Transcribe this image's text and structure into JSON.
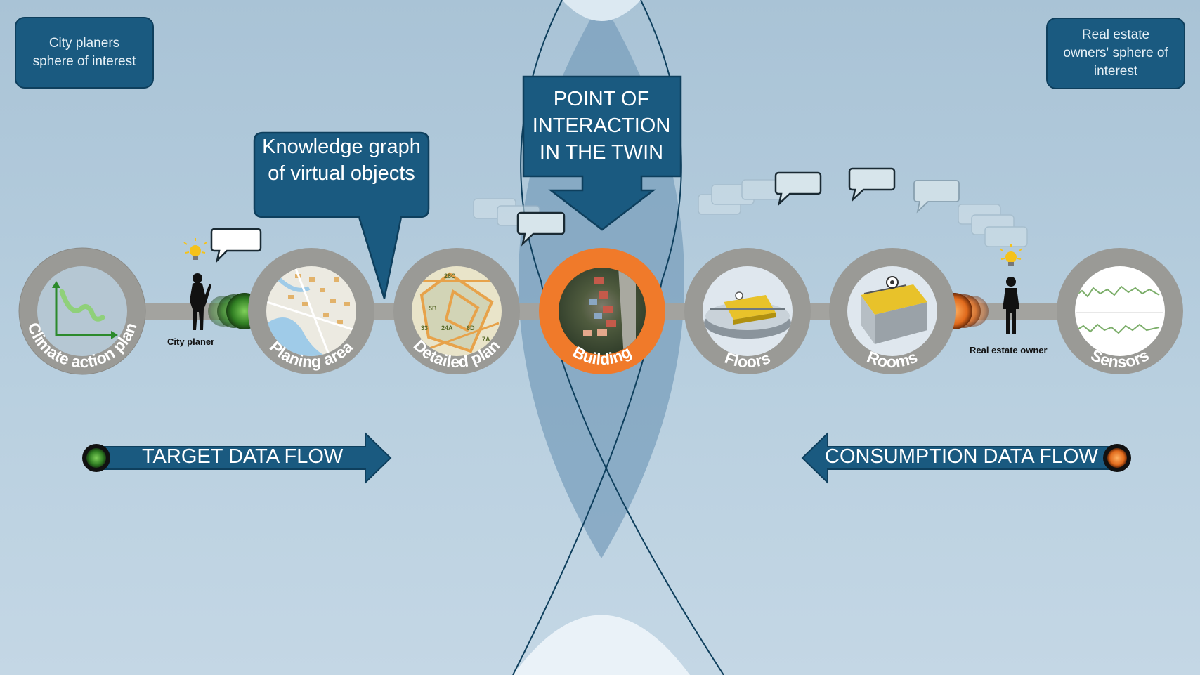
{
  "spheres": {
    "city": "City planers sphere of interest",
    "real_estate": "Real estate owners' sphere of interest"
  },
  "callouts": {
    "point_of_interaction": "POINT OF INTERACTION IN THE TWIN",
    "knowledge_graph": "Knowledge graph of virtual objects"
  },
  "nodes": [
    {
      "label": "Climate action plan",
      "ring_color": "#9a9a96"
    },
    {
      "label": "Planing area",
      "ring_color": "#9a9a96"
    },
    {
      "label": "Detailed plan",
      "ring_color": "#9a9a96"
    },
    {
      "label": "Building",
      "ring_color": "#f07a2a"
    },
    {
      "label": "Floors",
      "ring_color": "#9a9a96"
    },
    {
      "label": "Rooms",
      "ring_color": "#9a9a96"
    },
    {
      "label": "Sensors",
      "ring_color": "#9a9a96"
    }
  ],
  "people": {
    "city_planer": "City planer",
    "real_estate_owner": "Real estate owner"
  },
  "flows": {
    "target": "TARGET DATA FLOW",
    "consumption": "CONSUMPTION DATA FLOW"
  },
  "colors": {
    "navy": "#1a5a80",
    "accent_orange": "#f07a2a",
    "accent_green": "#3d8a2a"
  }
}
